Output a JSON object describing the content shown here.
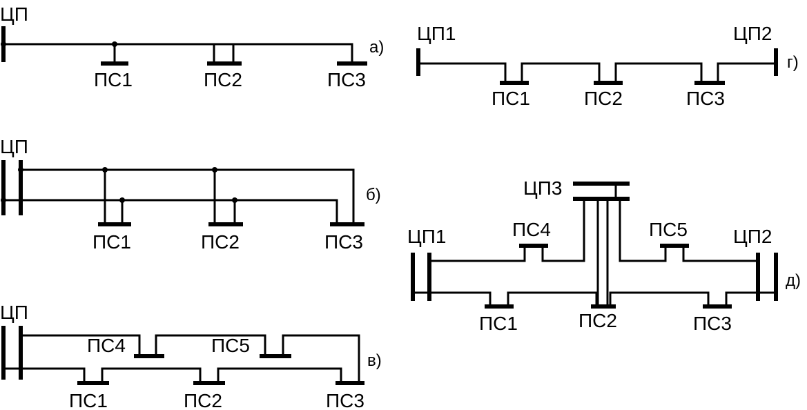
{
  "diagrams": {
    "a": {
      "caption": "а)",
      "source": "ЦП",
      "substations": [
        "ПС1",
        "ПС2",
        "ПС3"
      ]
    },
    "b": {
      "caption": "б)",
      "source": "ЦП",
      "substations": [
        "ПС1",
        "ПС2",
        "ПС3"
      ]
    },
    "v": {
      "caption": "в)",
      "source": "ЦП",
      "substations": [
        "ПС1",
        "ПС2",
        "ПС3",
        "ПС4",
        "ПС5"
      ]
    },
    "g": {
      "caption": "г)",
      "sources": [
        "ЦП1",
        "ЦП2"
      ],
      "substations": [
        "ПС1",
        "ПС2",
        "ПС3"
      ]
    },
    "d": {
      "caption": "д)",
      "sources": [
        "ЦП1",
        "ЦП2",
        "ЦП3"
      ],
      "substations": [
        "ПС1",
        "ПС2",
        "ПС3",
        "ПС4",
        "ПС5"
      ]
    }
  }
}
